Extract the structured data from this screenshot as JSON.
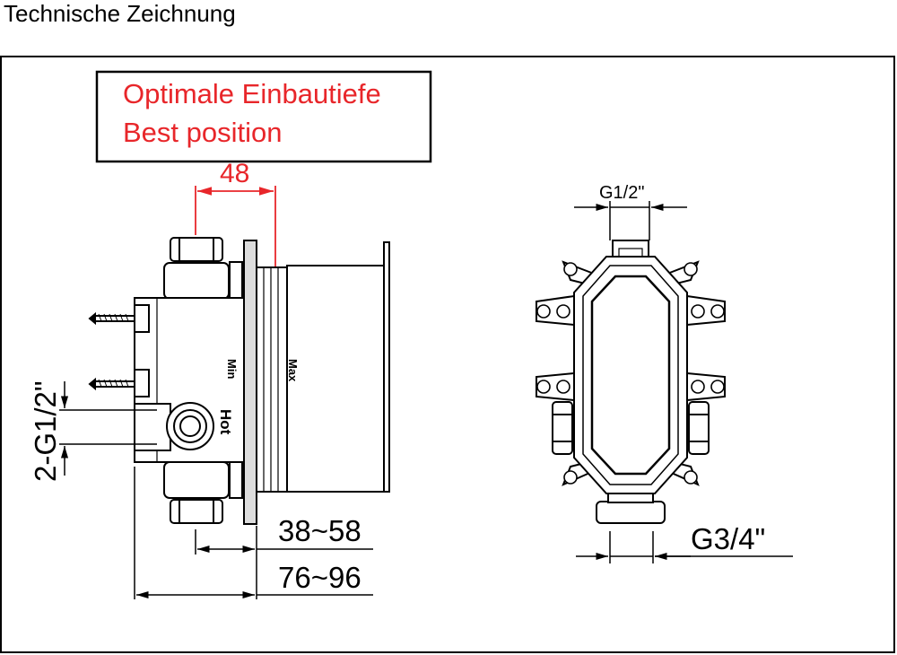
{
  "page": {
    "title": "Technische Zeichnung"
  },
  "labels": {
    "note_de": "Optimale Einbautiefe",
    "note_en": "Best position",
    "dim_48": "48",
    "dim_g12_top": "G1/2\"",
    "dim_inlets": "2-G1/2\"",
    "min": "Min",
    "max": "Max",
    "hot": "Hot",
    "dim_38_58": "38~58",
    "dim_76_96": "76~96",
    "dim_g34": "G3/4\""
  },
  "colors": {
    "accent": "#e8262a",
    "line": "#000000",
    "fill": "#ffffff"
  }
}
